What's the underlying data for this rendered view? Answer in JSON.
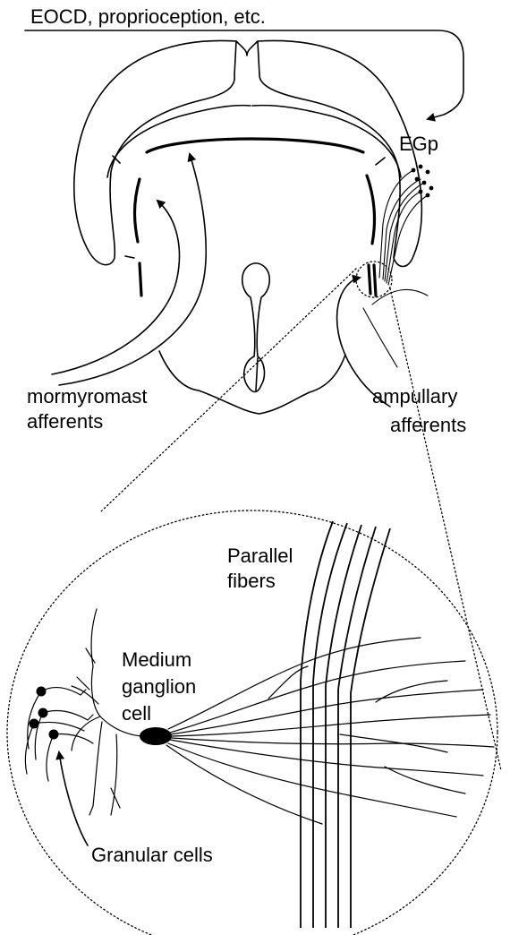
{
  "labels": {
    "eocd": "EOCD, proprioception, etc.",
    "egp": "EGp",
    "mormyromast_line1": "mormyromast",
    "mormyromast_line2": "afferents",
    "ampullary_line1": "ampullary",
    "ampullary_line2": "afferents",
    "parallel_line1": "Parallel",
    "parallel_line2": "fibers",
    "medium_line1": "Medium",
    "medium_line2": "ganglion",
    "medium_line3": "cell",
    "granular": "Granular cells"
  }
}
